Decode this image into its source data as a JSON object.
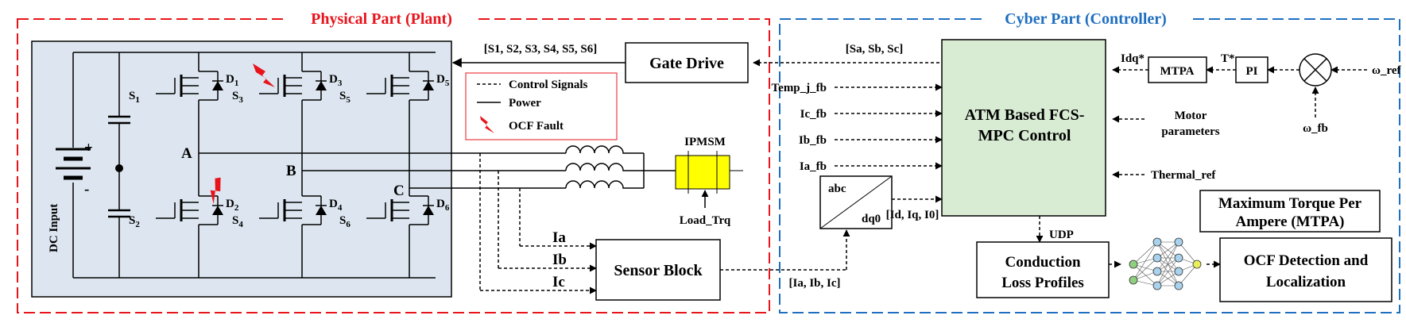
{
  "sections": {
    "plant_title": "Physical Part (Plant)",
    "controller_title": "Cyber Part (Controller)"
  },
  "inverter": {
    "dc_input": "DC Input",
    "plus": "+",
    "minus": "-",
    "node_a": "A",
    "node_b": "B",
    "node_c": "C",
    "switches": [
      {
        "s": "S",
        "n": "1"
      },
      {
        "s": "S",
        "n": "3"
      },
      {
        "s": "S",
        "n": "5"
      },
      {
        "s": "S",
        "n": "2"
      },
      {
        "s": "S",
        "n": "4"
      },
      {
        "s": "S",
        "n": "6"
      }
    ],
    "diodes": [
      {
        "d": "D",
        "n": "1"
      },
      {
        "d": "D",
        "n": "3"
      },
      {
        "d": "D",
        "n": "5"
      },
      {
        "d": "D",
        "n": "2"
      },
      {
        "d": "D",
        "n": "4"
      },
      {
        "d": "D",
        "n": "6"
      }
    ]
  },
  "legend": {
    "control": "Control Signals",
    "power": "Power",
    "fault": "OCF Fault"
  },
  "blocks": {
    "gate_drive": "Gate Drive",
    "sensor_block": "Sensor Block",
    "motor": "IPMSM",
    "load": "Load_Trq",
    "abc": "abc",
    "dq0": "dq0",
    "mpc_line1": "ATM Based FCS-",
    "mpc_line2": "MPC Control",
    "mtpa": "MTPA",
    "pi": "PI",
    "conduction_line1": "Conduction",
    "conduction_line2": "Loss Profiles",
    "ocf_line1": "OCF Detection and",
    "ocf_line2": "Localization",
    "mtpa_full_line1": "Maximum Torque Per",
    "mtpa_full_line2": "Ampere (MTPA)"
  },
  "signals": {
    "gate_signals": "[S1, S2, S3, S4, S5, S6]",
    "sabc": "[Sa, Sb, Sc]",
    "temp": "Temp_j_fb",
    "ic_fb": "Ic_fb",
    "ib_fb": "Ib_fb",
    "ia_fb": "Ia_fb",
    "idq0": "[Id, Iq, I0]",
    "iabc": "[Ia, Ib, Ic]",
    "ia": "Ia",
    "ib": "Ib",
    "ic": "Ic",
    "udp": "UDP",
    "idq_ref": "Idq*",
    "t_ref": "T*",
    "omega_ref": "ω_ref",
    "omega_fb": "ω_fb",
    "motor_params_line1": "Motor",
    "motor_params_line2": "parameters",
    "thermal_ref": "Thermal_ref"
  },
  "colors": {
    "plant_border": "#e8141c",
    "controller_border": "#1f6fc1",
    "inverter_fill": "#dde6f0",
    "motor_fill": "#ffff00",
    "mpc_fill": "#d8ebd3",
    "fault": "#e8141c",
    "nn_node": "#a9d2ec",
    "nn_input": "#8fd07f",
    "nn_output": "#e9ef5a"
  }
}
